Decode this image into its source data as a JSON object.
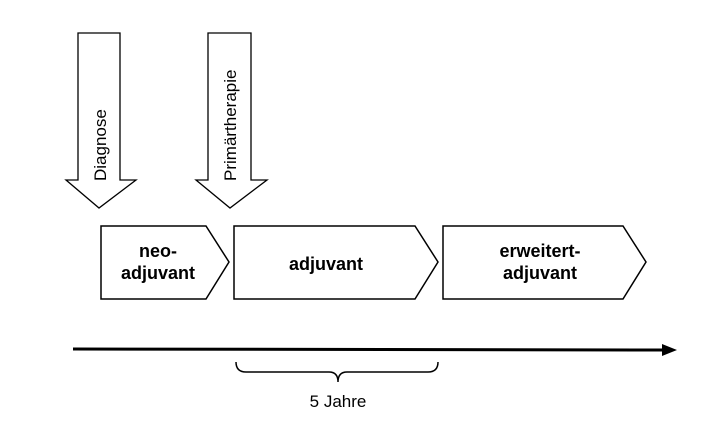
{
  "colors": {
    "stroke": "#000000",
    "fill": "#ffffff"
  },
  "events": [
    {
      "label": "Diagnose"
    },
    {
      "label": "Primärtherapie"
    }
  ],
  "phases": [
    {
      "line1": "neo-",
      "line2": "adjuvant"
    },
    {
      "line1": "adjuvant",
      "line2": ""
    },
    {
      "line1": "erweitert-",
      "line2": "adjuvant"
    }
  ],
  "duration": {
    "label": "5 Jahre"
  }
}
